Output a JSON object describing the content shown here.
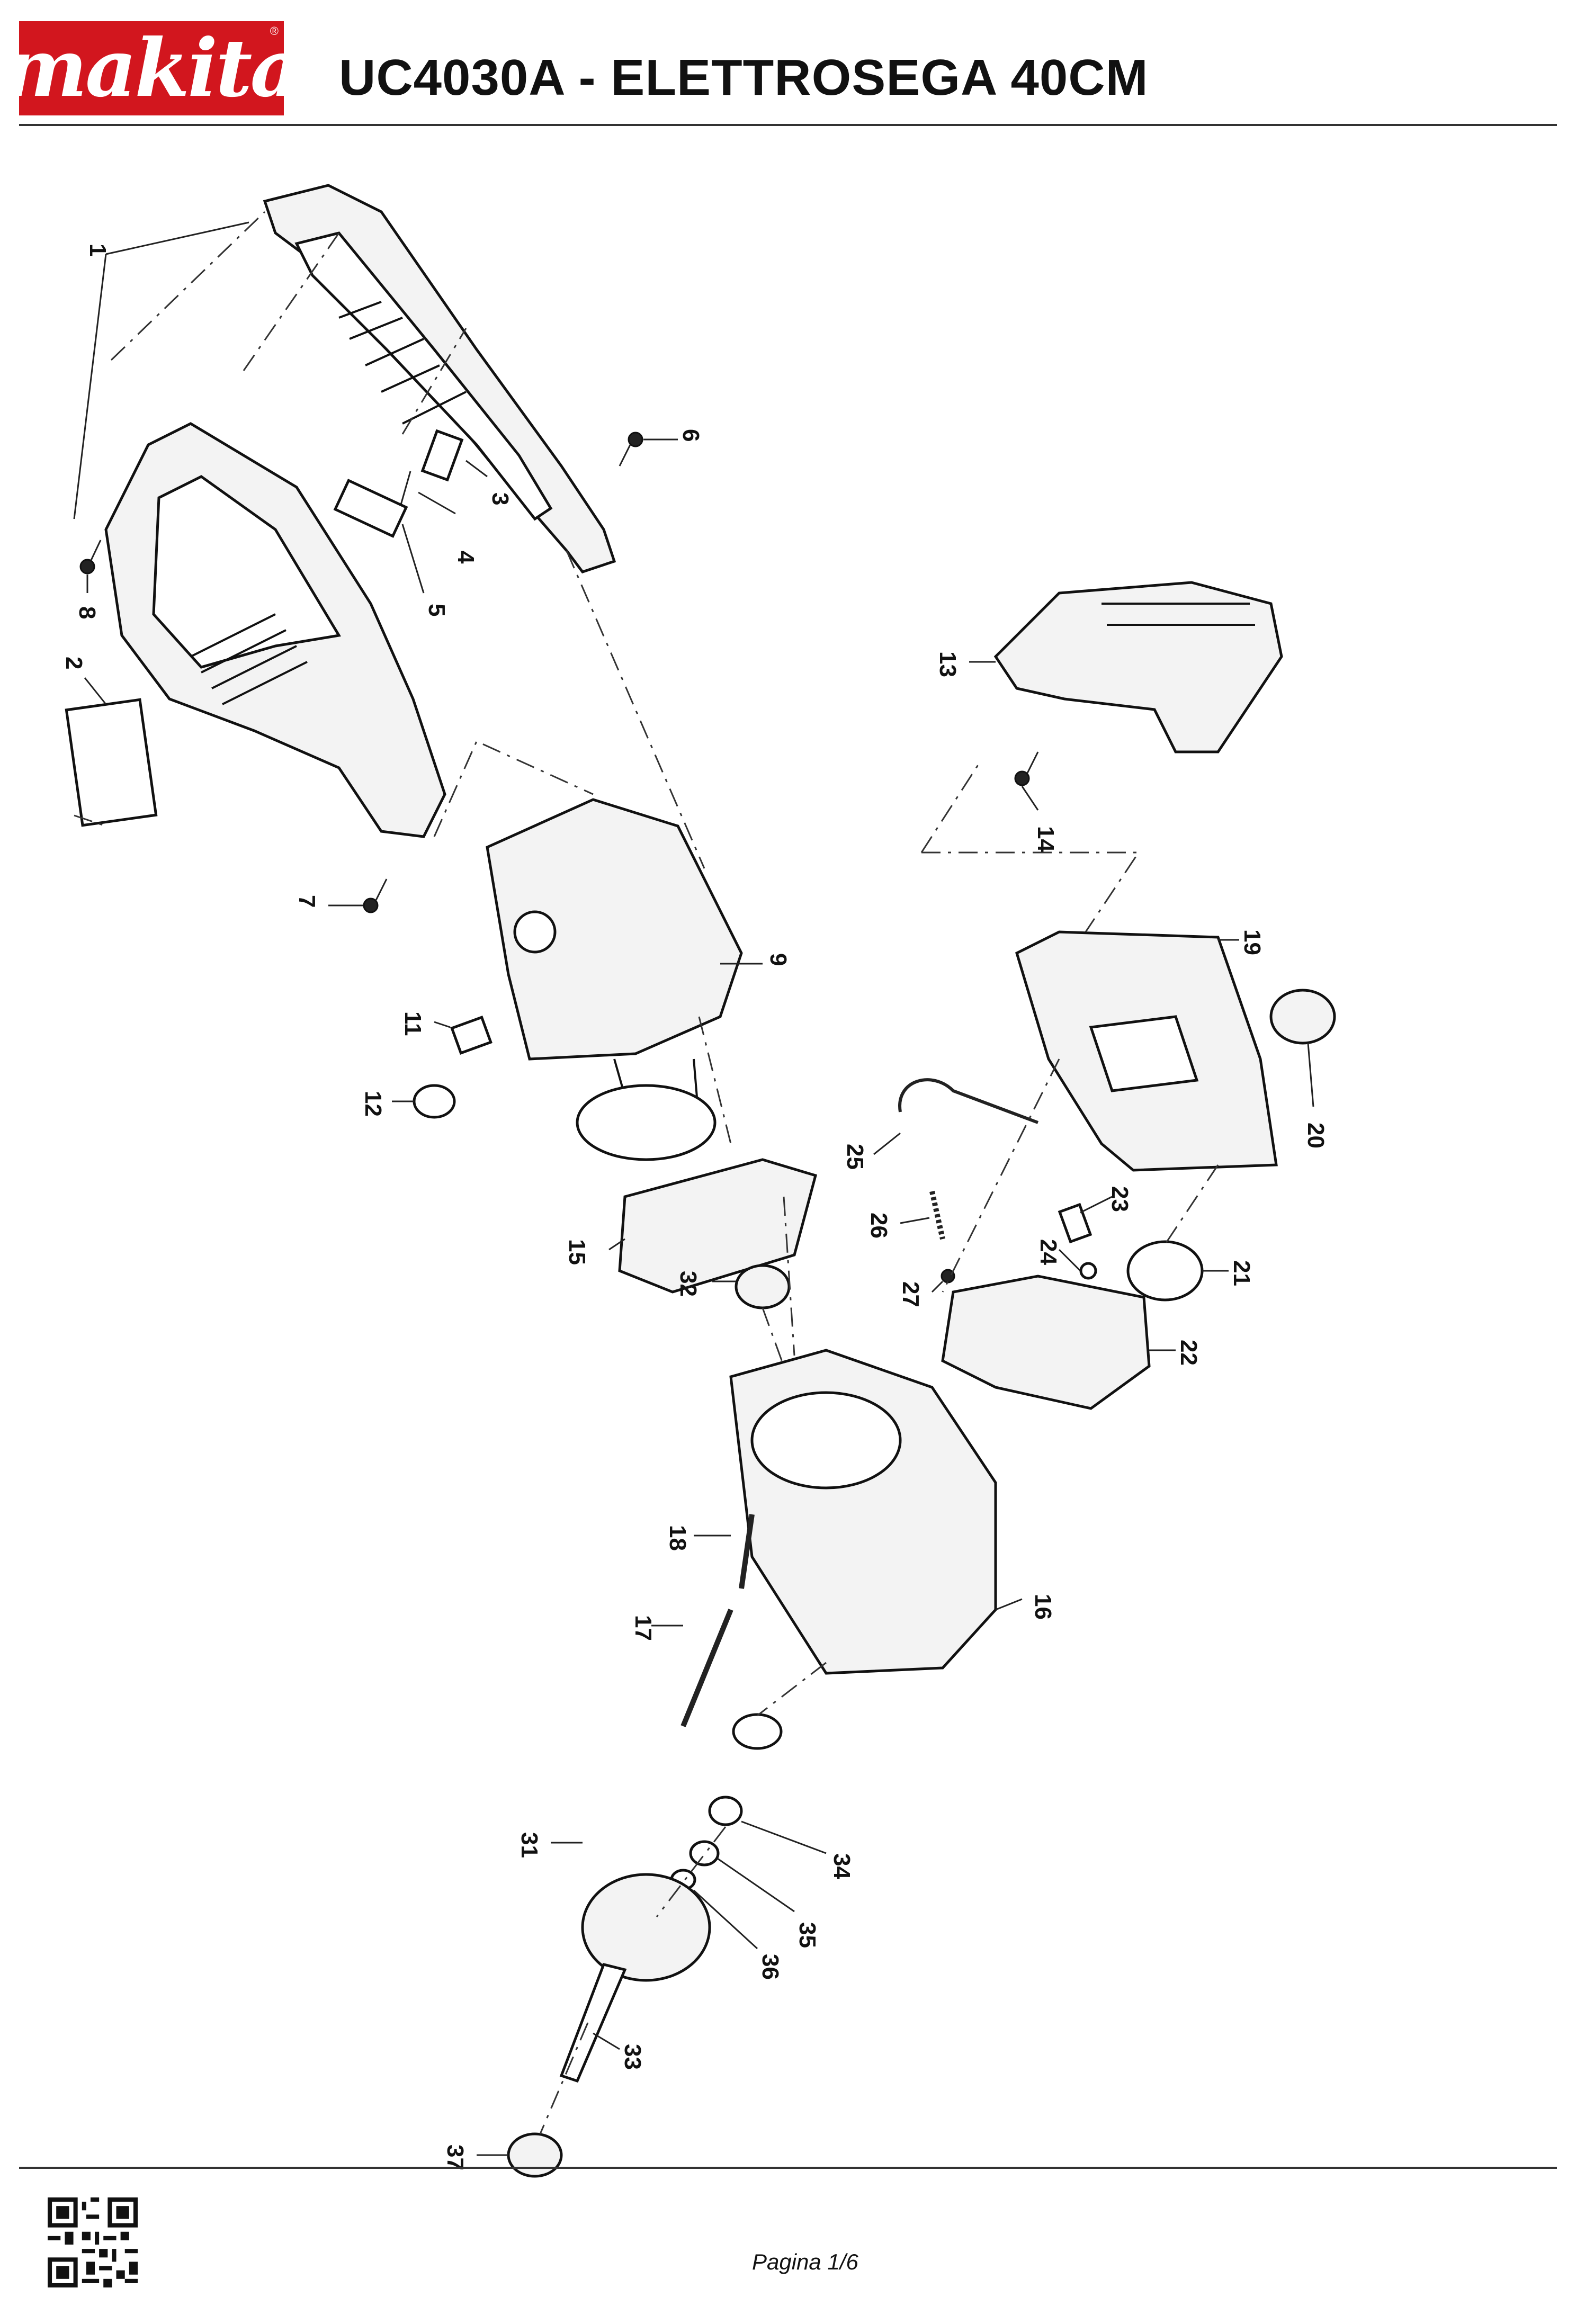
{
  "header": {
    "brand": "makita",
    "title": "UC4030A - ELETTROSEGA 40CM"
  },
  "parts": [
    {
      "num": "1"
    },
    {
      "num": "2"
    },
    {
      "num": "3"
    },
    {
      "num": "4"
    },
    {
      "num": "5"
    },
    {
      "num": "6"
    },
    {
      "num": "7"
    },
    {
      "num": "8"
    },
    {
      "num": "9"
    },
    {
      "num": "11"
    },
    {
      "num": "12"
    },
    {
      "num": "13"
    },
    {
      "num": "14"
    },
    {
      "num": "15"
    },
    {
      "num": "16"
    },
    {
      "num": "17"
    },
    {
      "num": "18"
    },
    {
      "num": "19"
    },
    {
      "num": "20"
    },
    {
      "num": "21"
    },
    {
      "num": "22"
    },
    {
      "num": "23"
    },
    {
      "num": "24"
    },
    {
      "num": "25"
    },
    {
      "num": "26"
    },
    {
      "num": "27"
    },
    {
      "num": "31"
    },
    {
      "num": "32"
    },
    {
      "num": "33"
    },
    {
      "num": "34"
    },
    {
      "num": "35"
    },
    {
      "num": "36"
    },
    {
      "num": "37"
    }
  ],
  "footer": {
    "page": "Pagina 1/6"
  },
  "colors": {
    "brand_red": "#d2161e",
    "line": "#111111"
  },
  "icons": {
    "qr": "qr-code-icon"
  }
}
